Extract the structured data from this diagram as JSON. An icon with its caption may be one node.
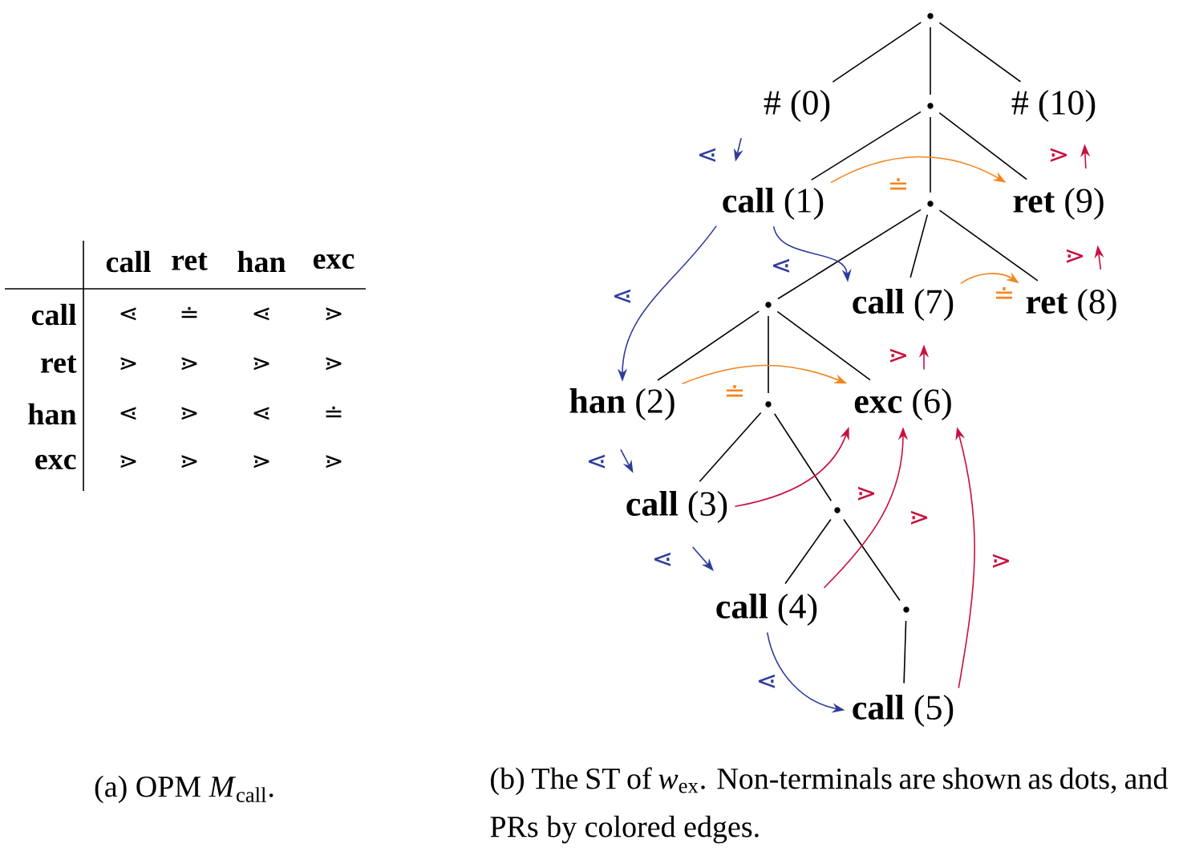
{
  "diagram": {
    "nodes": [
      {
        "text": [],
        "shape": "circle"
      },
      {
        "text": [
          "# (0)"
        ]
      },
      {
        "text": [],
        "shape": "circle"
      },
      {
        "text": [
          "# (10)"
        ]
      },
      {
        "text": [
          "**call** (1)"
        ]
      },
      {
        "text": [],
        "shape": "circle"
      },
      {
        "text": [
          "**ret** (9)"
        ]
      },
      {
        "text": [],
        "shape": "circle"
      },
      {
        "text": [
          "**call** (7)"
        ]
      },
      {
        "text": [
          "**ret** (8)"
        ]
      },
      {
        "text": [
          "**han** (2)"
        ]
      },
      {
        "text": [],
        "shape": "circle"
      },
      {
        "text": [
          "**exc** (6)"
        ]
      },
      {
        "text": [
          "**call** (3)"
        ]
      },
      {
        "text": [],
        "shape": "circle"
      },
      {
        "text": [
          "**call** (4)"
        ]
      },
      {
        "text": [],
        "shape": "circle"
      },
      {
        "text": [
          "**call** (5)"
        ]
      }
    ],
    "edges": [
      {
        "from": 0,
        "to": 1,
        "arrow": "none"
      },
      {
        "from": 0,
        "to": 2,
        "arrow": "none"
      },
      {
        "from": 0,
        "to": 3,
        "arrow": "none"
      },
      {
        "from": 2,
        "to": 4,
        "arrow": "none"
      },
      {
        "from": 2,
        "to": 5,
        "arrow": "none"
      },
      {
        "from": 2,
        "to": 6,
        "arrow": "none"
      },
      {
        "from": 5,
        "to": 7,
        "arrow": "none"
      },
      {
        "from": 5,
        "to": 8,
        "arrow": "none"
      },
      {
        "from": 5,
        "to": 9,
        "arrow": "none"
      },
      {
        "from": 7,
        "to": 10,
        "arrow": "none"
      },
      {
        "from": 7,
        "to": 11,
        "arrow": "none"
      },
      {
        "from": 7,
        "to": 12,
        "arrow": "none"
      },
      {
        "from": 11,
        "to": 13,
        "arrow": "none"
      },
      {
        "from": 11,
        "to": 14,
        "arrow": "none"
      },
      {
        "from": 14,
        "to": 15,
        "arrow": "none"
      },
      {
        "from": 14,
        "to": 16,
        "arrow": "none"
      },
      {
        "from": 16,
        "to": 17,
        "arrow": "none"
      },
      {
        "from": 4,
        "to": 6,
        "arrow": "to",
        "label": "≐",
        "color": "#f5841f"
      },
      {
        "from": 8,
        "to": 9,
        "arrow": "to",
        "label": "≐",
        "color": "#f5841f"
      },
      {
        "from": 10,
        "to": 12,
        "arrow": "to",
        "label": "≐",
        "color": "#f5841f"
      },
      {
        "from": 4,
        "to": 10,
        "arrow": "to",
        "label": "⋖",
        "color": "#2e3d9b"
      },
      {
        "from": 4,
        "to": 8,
        "arrow": "to",
        "label": "⋖",
        "color": "#2e3d9b"
      },
      {
        "from": 1,
        "to": 4,
        "arrow": "to",
        "label": "⋖",
        "color": "#2e3d9b"
      },
      {
        "from": 6,
        "to": 3,
        "arrow": "to",
        "label": "⋗",
        "color": "#c8103f"
      },
      {
        "from": 9,
        "to": 6,
        "arrow": "to",
        "label": "⋗",
        "color": "#c8103f"
      },
      {
        "from": 12,
        "to": 8,
        "arrow": "to",
        "label": "⋗",
        "color": "#c8103f"
      },
      {
        "from": 10,
        "to": 13,
        "arrow": "to",
        "label": "⋖",
        "color": "#2e3d9b"
      },
      {
        "from": 13,
        "to": 15,
        "arrow": "to",
        "label": "⋖",
        "color": "#2e3d9b"
      },
      {
        "from": 15,
        "to": 17,
        "arrow": "to",
        "label": "⋖",
        "color": "#2e3d9b"
      },
      {
        "from": 13,
        "to": 12,
        "arrow": "to",
        "label": "⋗",
        "color": "#c8103f"
      },
      {
        "from": 15,
        "to": 12,
        "arrow": "to",
        "label": "⋗",
        "color": "#c8103f"
      },
      {
        "from": 17,
        "to": 12,
        "arrow": "to",
        "label": "⋗",
        "color": "#c8103f"
      }
    ],
    "labels": [
      "call",
      "ret",
      "han",
      "exc",
      "call",
      "⋖",
      "≐",
      "⋖",
      "⋗",
      "ret",
      "⋗",
      "⋗",
      "⋗",
      "⋗",
      "han",
      "⋖",
      "⋗",
      "⋖",
      "≐",
      "exc",
      "⋗",
      "⋗",
      "⋗",
      "⋗",
      "(a) OPM *M*$_{call}$.",
      "(b) The ST of *w*$_{ex}$. Non-terminals are shown as dots, and PRs by colored edges."
    ]
  }
}
